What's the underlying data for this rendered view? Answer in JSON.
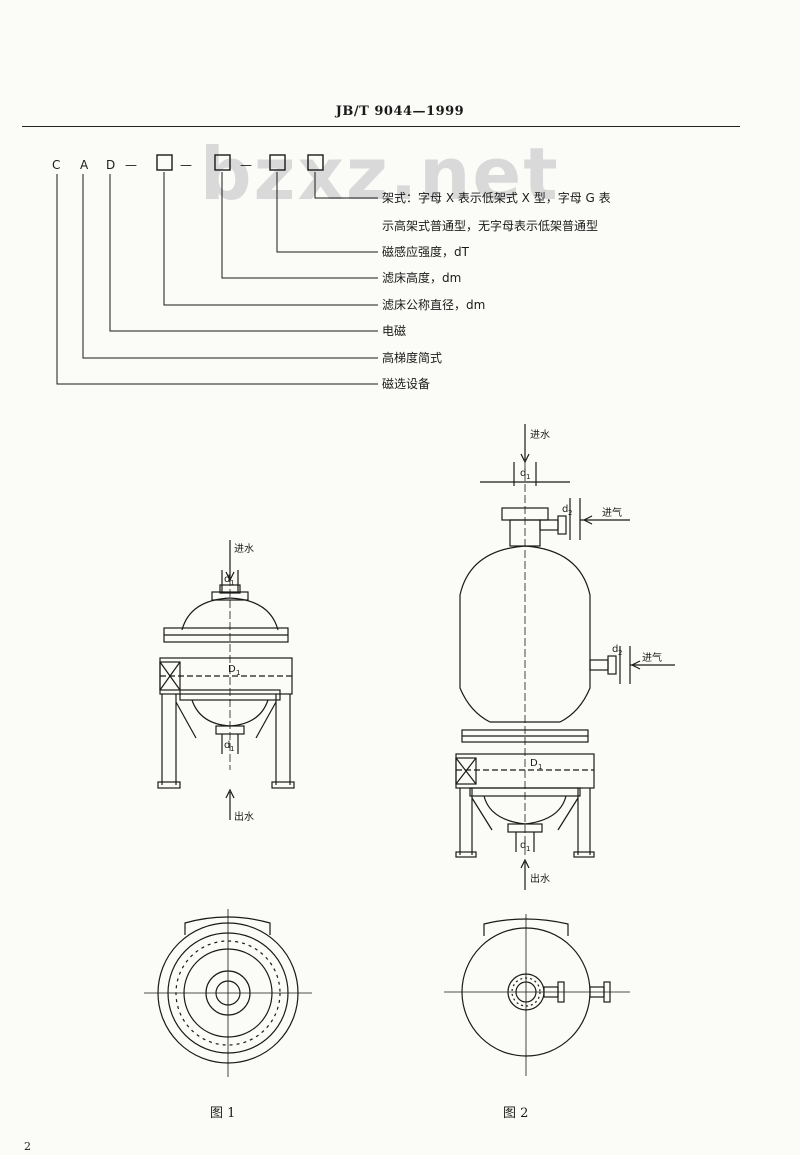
{
  "header": {
    "standard": "JB/T 9044—1999"
  },
  "watermark": {
    "text": "bzxz.net"
  },
  "model_code": {
    "letters": [
      "C",
      "A",
      "D"
    ],
    "dash": "—",
    "descriptions": [
      "架式：字母 X 表示低架式 X 型，字母 G 表",
      "示高架式普通型，无字母表示低架普通型",
      "磁感应强度，dT",
      "滤床高度，dm",
      "滤床公称直径，dm",
      "电磁",
      "高梯度简式",
      "磁选设备"
    ]
  },
  "figure1": {
    "inlet": "进水",
    "outlet": "出水",
    "d1": "d",
    "d1_sub": "1",
    "D": "D",
    "D_sub": "1",
    "d2": "d",
    "d2_sub": "1",
    "caption": "图 1"
  },
  "figure2": {
    "inlet": "进水",
    "outlet": "出水",
    "air_in_top": "进气",
    "air_in_side": "进气",
    "d1": "d",
    "d1_sub": "1",
    "d2": "d",
    "d2_sub": "2",
    "d3": "d",
    "d3_sub": "2",
    "D": "D",
    "D_sub": "1",
    "d4": "d",
    "d4_sub": "1",
    "caption": "图 2"
  },
  "footer": {
    "page_number": "2"
  }
}
